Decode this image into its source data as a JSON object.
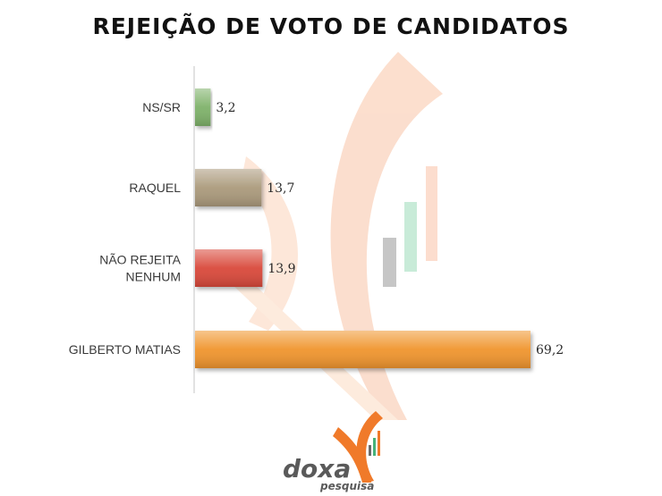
{
  "chart_data": {
    "type": "bar",
    "orientation": "horizontal",
    "title": "REJEIÇÃO DE VOTO DE CANDIDATOS",
    "categories": [
      [
        "NS/SR"
      ],
      [
        "RAQUEL"
      ],
      [
        "NÃO REJEITA",
        "NENHUM"
      ],
      [
        "GILBERTO MATIAS"
      ]
    ],
    "values": [
      3.2,
      13.7,
      13.9,
      69.2
    ],
    "value_labels": [
      "3,2",
      "13,7",
      "13,9",
      "69,2"
    ],
    "bar_colors": [
      "#7fb26a",
      "#ab9a7c",
      "#d9483a",
      "#f0952e"
    ],
    "xlim": [
      0,
      69.2
    ],
    "grid": false,
    "legend": "none"
  },
  "logo": {
    "name": "doxa",
    "tagline": "pesquisa",
    "mark_icon": "doxa-x-mark-icon"
  },
  "colors": {
    "watermark": "#fbd5c2",
    "logo_gray": "#5a5a5a",
    "logo_orange": "#f07a2a"
  }
}
